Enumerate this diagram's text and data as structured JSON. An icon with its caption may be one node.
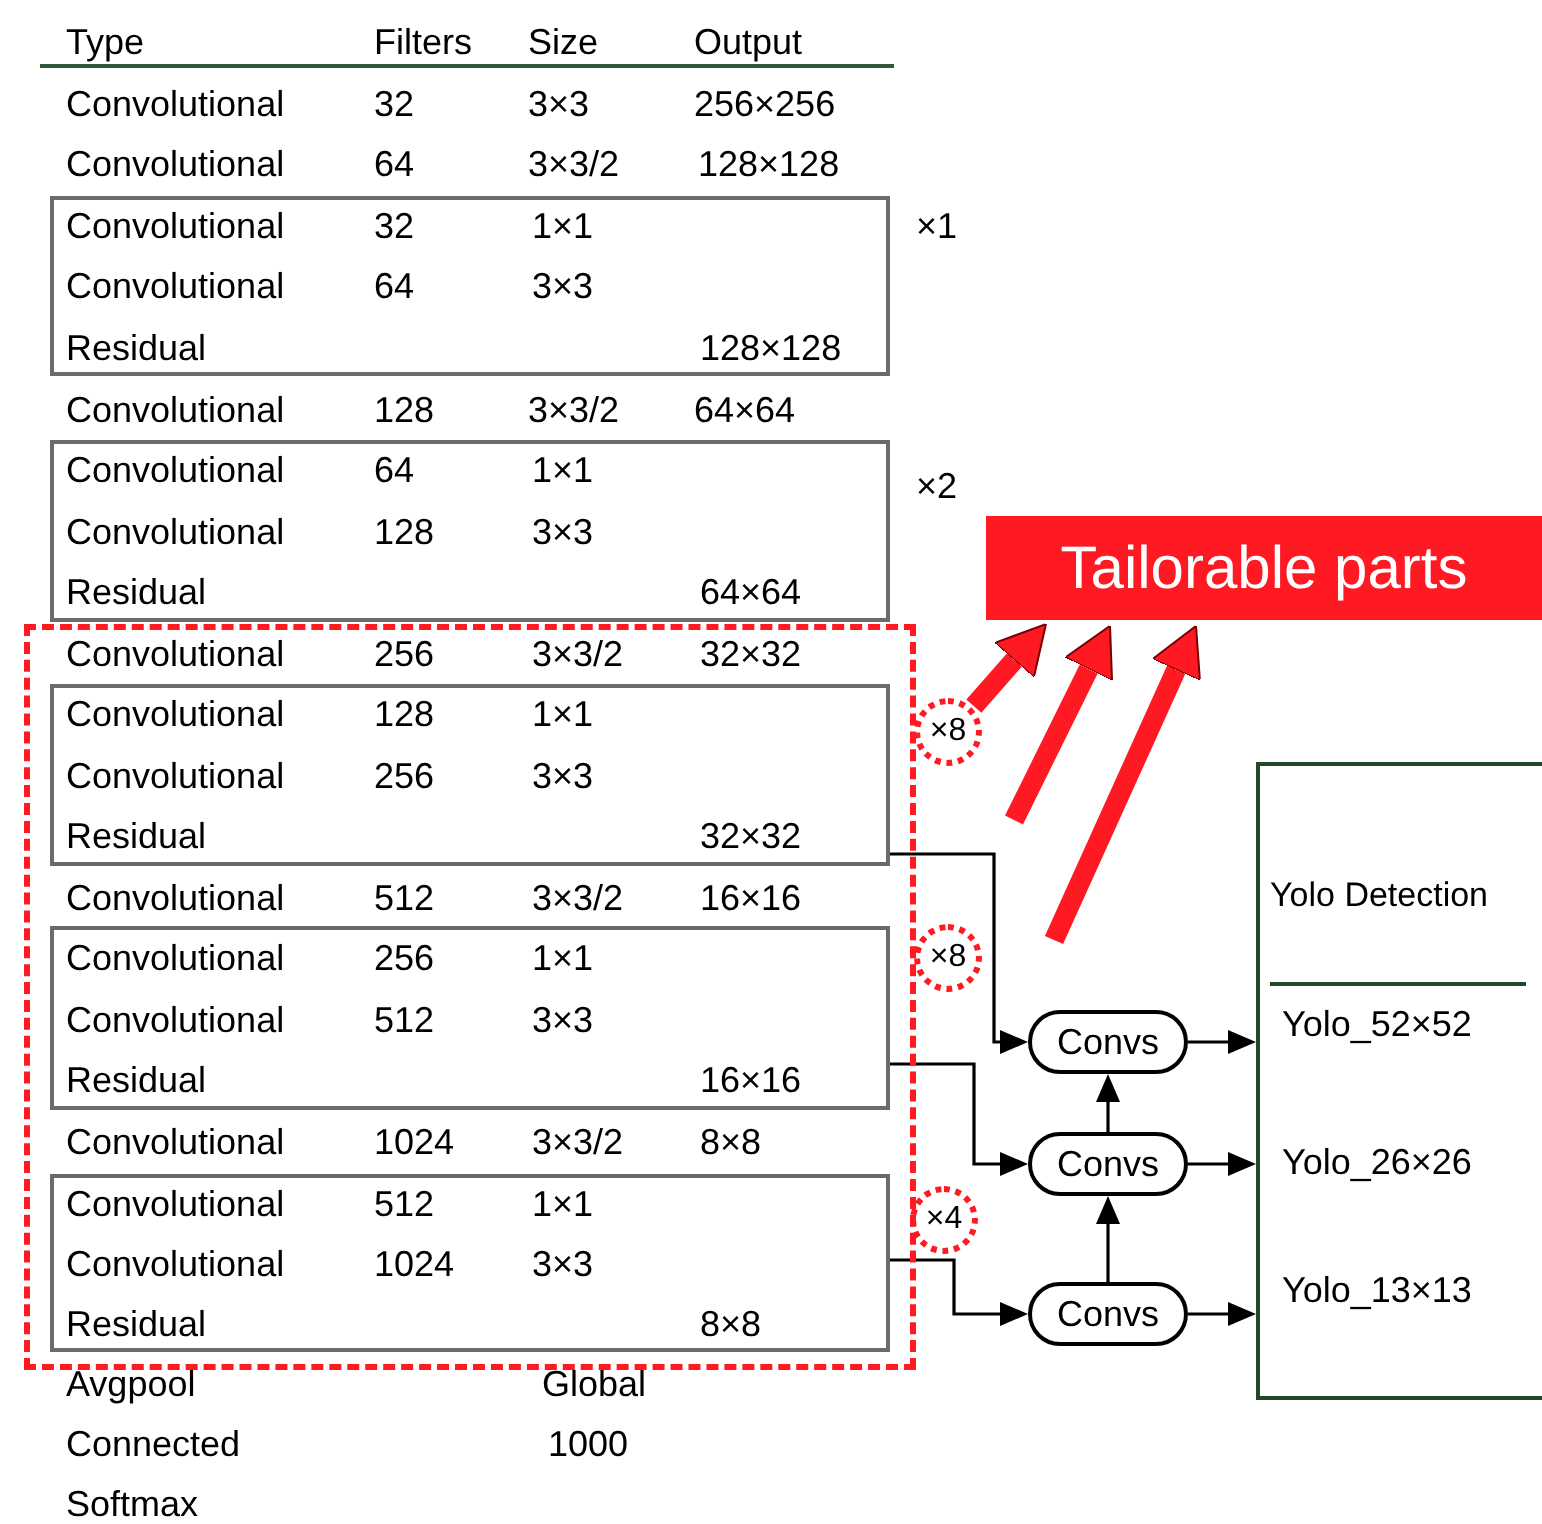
{
  "diagram": {
    "nodes": [
      {
        "text": [
          "Convolutional",
          "32",
          "1×1",
          "Convolutional",
          "64",
          "3×3",
          "Residual",
          "128×128"
        ]
      },
      {
        "text": [
          "Convolutional",
          "64",
          "1×1",
          "Convolutional",
          "128",
          "3×3",
          "Residual",
          "64×64"
        ]
      },
      {
        "text": [
          "Convolutional",
          "256",
          "3×3/2",
          "32×32",
          "Convolutional",
          "512",
          "3×3/2",
          "16×16",
          "Convolutional",
          "1024",
          "3×3/2",
          "8×8"
        ]
      },
      {
        "text": [
          "Convolutional",
          "128",
          "1×1",
          "Convolutional",
          "256",
          "3×3",
          "Residual",
          "32×32"
        ],
        "in": 2
      },
      {
        "text": [
          "Convolutional",
          "256",
          "1×1",
          "Convolutional",
          "512",
          "3×3",
          "Residual",
          "16×16"
        ],
        "in": 2
      },
      {
        "text": [
          "Convolutional",
          "512",
          "1×1",
          "Convolutional",
          "1024",
          "3×3",
          "Residual",
          "8×8"
        ],
        "in": 2
      },
      {
        "text": [
          "×8"
        ]
      },
      {
        "text": [
          "×8"
        ]
      },
      {
        "text": [
          "×4"
        ]
      },
      {
        "text": [
          "Tailorable parts"
        ]
      },
      {
        "text": [
          "Convs"
        ]
      },
      {
        "text": [
          "Convs"
        ]
      },
      {
        "text": [
          "Convs"
        ]
      },
      {
        "text": [
          "Yolo Detection",
          "Yolo_52×52",
          "Yolo_26×26",
          "Yolo_13×13"
        ]
      }
    ],
    "edges": [
      {
        "from": 6,
        "to": 9,
        "arrow": "to",
        "style": "thick",
        "color": "#ff1a23"
      },
      {
        "from": null,
        "to": 9,
        "arrow": "to",
        "style": "thick",
        "color": "#ff1a23"
      },
      {
        "from": null,
        "to": 9,
        "arrow": "to",
        "style": "thick",
        "color": "#ff1a23"
      },
      {
        "from": 3,
        "to": 10,
        "arrow": "to"
      },
      {
        "from": 4,
        "to": 11,
        "arrow": "to"
      },
      {
        "from": 5,
        "to": 12,
        "arrow": "to"
      },
      {
        "from": 12,
        "to": 11,
        "arrow": "to"
      },
      {
        "from": 11,
        "to": 10,
        "arrow": "to"
      },
      {
        "from": 10,
        "to": 13,
        "arrow": "to"
      },
      {
        "from": 11,
        "to": 13,
        "arrow": "to"
      },
      {
        "from": 12,
        "to": 13,
        "arrow": "to"
      }
    ],
    "labels": [
      "Type",
      "Filters",
      "Size",
      "Output",
      "Convolutional",
      "32",
      "3×3",
      "256×256",
      "Convolutional",
      "64",
      "3×3/2",
      "128×128",
      "×1",
      "Convolutional",
      "128",
      "3×3/2",
      "64×64",
      "×2",
      "Avgpool",
      "Global",
      "Connected",
      "1000",
      "Softmax"
    ]
  }
}
